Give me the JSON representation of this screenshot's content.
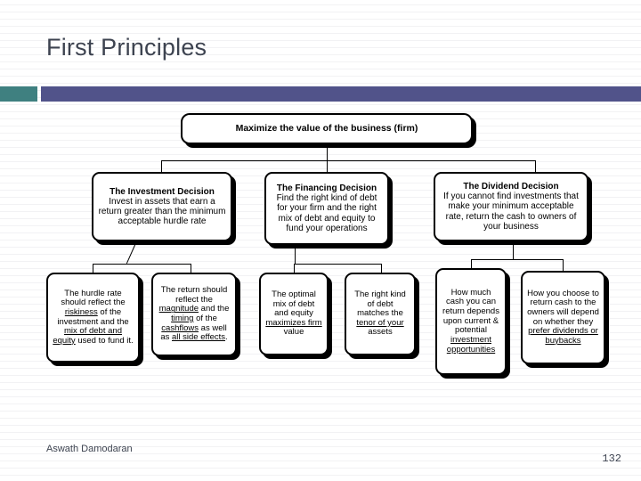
{
  "slide": {
    "title": "First Principles",
    "accent_color": "#3f8080",
    "header_bar_color": "#51538a",
    "title_color": "#3d4350"
  },
  "footer": {
    "author": "Aswath Damodaran",
    "page_number": "132"
  },
  "diagram": {
    "type": "hierarchy",
    "root": {
      "id": "root",
      "heading": "Maximize the value of the business (firm)"
    },
    "tier2": [
      {
        "id": "investment",
        "heading": "The Investment Decision",
        "body": "Invest in assets that earn a return greater than the minimum acceptable hurdle rate"
      },
      {
        "id": "financing",
        "heading": "The Financing Decision",
        "body": "Find the right kind of debt for your firm and the right mix of debt and equity to fund your operations"
      },
      {
        "id": "dividend",
        "heading": "The Dividend Decision",
        "body": "If you cannot find investments that make your minimum acceptable rate, return the cash to owners of your business"
      }
    ],
    "tier3": [
      {
        "id": "hurdle",
        "parent": "investment",
        "parts": [
          {
            "text": "The hurdle rate should reflect the ",
            "underline": false
          },
          {
            "text": "riskiness",
            "underline": true
          },
          {
            "text": " of the investment and the ",
            "underline": false
          },
          {
            "text": "mix of debt and equity",
            "underline": true
          },
          {
            "text": " used to fund it.",
            "underline": false
          }
        ]
      },
      {
        "id": "return",
        "parent": "investment",
        "parts": [
          {
            "text": "The return should reflect the ",
            "underline": false
          },
          {
            "text": "magnitude",
            "underline": true
          },
          {
            "text": " and the ",
            "underline": false
          },
          {
            "text": "timing",
            "underline": true
          },
          {
            "text": " of the ",
            "underline": false
          },
          {
            "text": "cashflows",
            "underline": true
          },
          {
            "text": " as well as ",
            "underline": false
          },
          {
            "text": "all side effects",
            "underline": true
          },
          {
            "text": ".",
            "underline": false
          }
        ]
      },
      {
        "id": "optimalmix",
        "parent": "financing",
        "parts": [
          {
            "text": "The optimal mix of debt and equity ",
            "underline": false
          },
          {
            "text": "maximizes firm",
            "underline": true
          },
          {
            "text": " value",
            "underline": false
          }
        ]
      },
      {
        "id": "debtkind",
        "parent": "financing",
        "parts": [
          {
            "text": "The right kind of debt matches the ",
            "underline": false
          },
          {
            "text": "tenor of your",
            "underline": true
          },
          {
            "text": " assets",
            "underline": false
          }
        ]
      },
      {
        "id": "cashreturn",
        "parent": "dividend",
        "parts": [
          {
            "text": "How much cash you can return depends upon current & potential ",
            "underline": false
          },
          {
            "text": "investment opportunities",
            "underline": true
          }
        ]
      },
      {
        "id": "returnmethod",
        "parent": "dividend",
        "parts": [
          {
            "text": "How you choose to return cash to the owners will depend on whether they ",
            "underline": false
          },
          {
            "text": "prefer dividends or buybacks",
            "underline": true
          }
        ]
      }
    ]
  }
}
